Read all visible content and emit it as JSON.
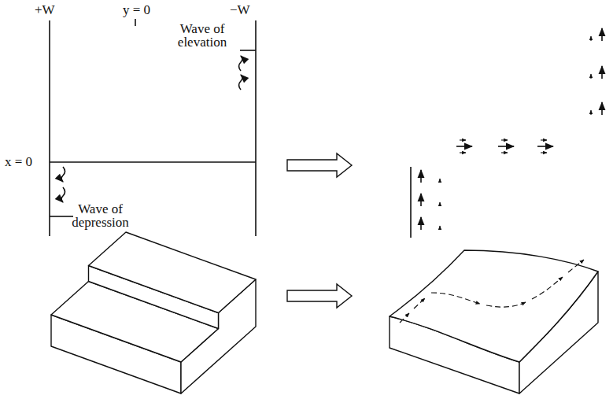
{
  "diagram": {
    "labels": [
      "+W",
      "y = 0",
      "−W",
      "Wave of elevation",
      "x = 0",
      "Wave of depression"
    ]
  }
}
